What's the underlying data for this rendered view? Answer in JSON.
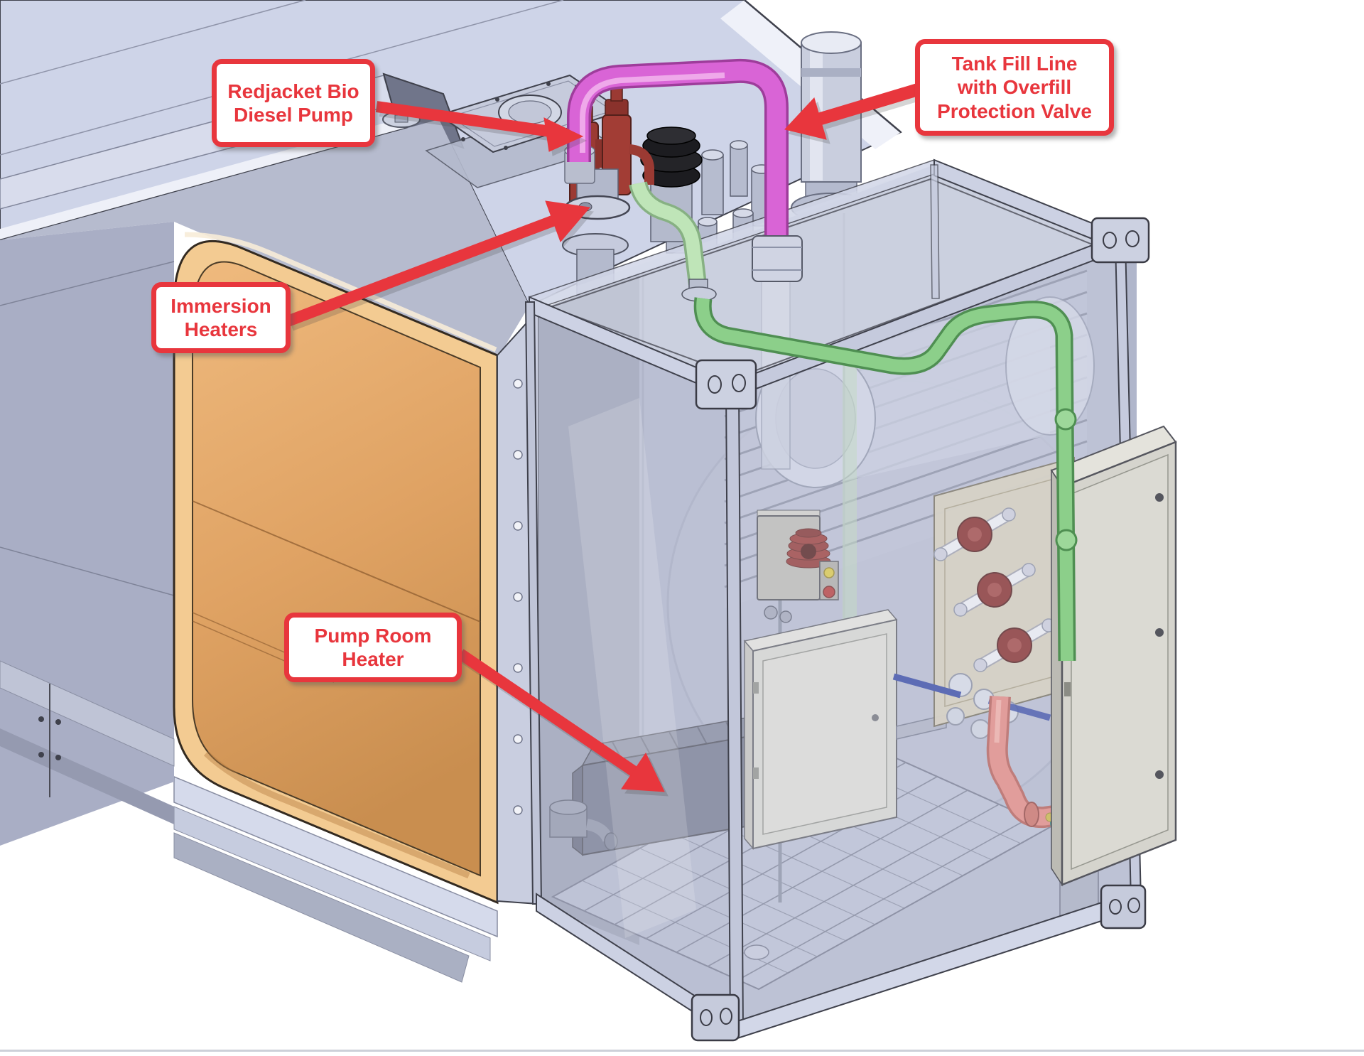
{
  "figure": {
    "type": "annotated-3d-cad-diagram",
    "subject": "fuel storage tank with attached pump room enclosure"
  },
  "annotations": {
    "redjacket": {
      "lines": [
        "Redjacket Bio",
        "Diesel Pump"
      ]
    },
    "tank_fill": {
      "lines": [
        "Tank Fill Line",
        "with Overfill",
        "Protection Valve"
      ]
    },
    "immersion": {
      "lines": [
        "Immersion",
        "Heaters"
      ]
    },
    "pump_room": {
      "lines": [
        "Pump Room",
        "Heater"
      ]
    }
  },
  "palette": {
    "callout_red": "#e8363d",
    "callout_background": "#ffffff",
    "tank_top_lavender": "#ced4e8",
    "tank_side_gray": "#a9aec5",
    "insulation_cream": "#f3cb92",
    "insulation_orange": "#dfa263",
    "fill_pipe_magenta": "#d964d6",
    "vent_pipe_green": "#8ccf8a",
    "supply_pipe_green": "#bfe5b8",
    "return_pipe_salmon": "#e2837b",
    "pump_dark_red": "#9b3a33",
    "cabinet_gray": "#d5d4cd",
    "background": "#ffffff"
  }
}
